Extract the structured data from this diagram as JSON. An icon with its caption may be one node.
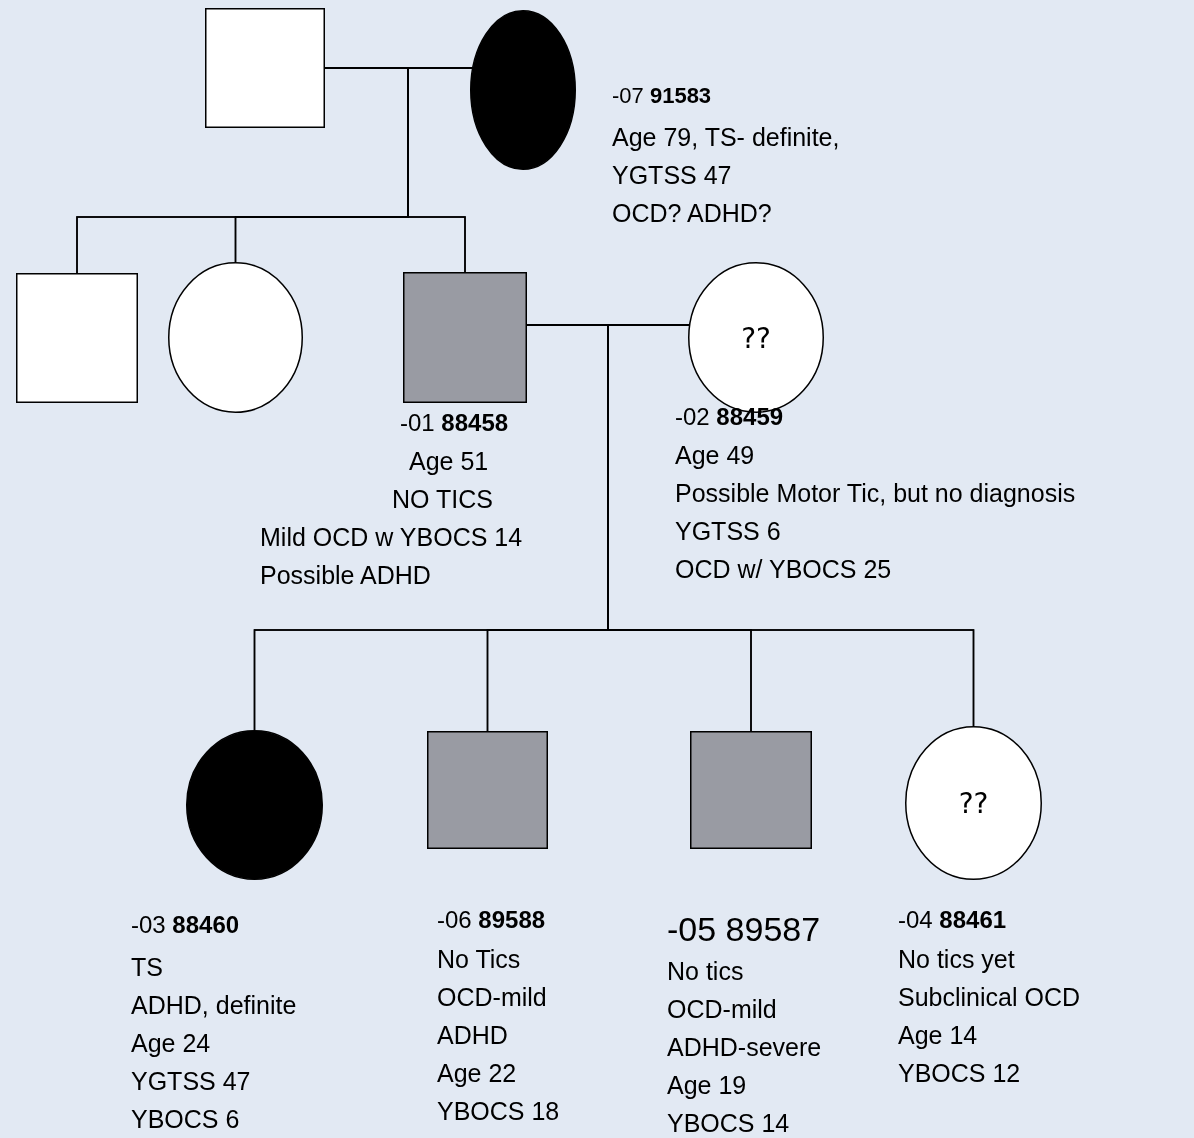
{
  "diagram": {
    "nodes": [
      {
        "text": [],
        "shape": "box"
      },
      {
        "text": [],
        "shape": "circle",
        "beside": [
          "-07 **91583**",
          "Age 79,   TS- definite,",
          "YGTSS 47",
          "OCD? ADHD?"
        ]
      },
      {
        "text": [],
        "shape": "box"
      },
      {
        "text": [],
        "shape": "circle"
      },
      {
        "text": [],
        "shape": "box",
        "beside": [
          "-01 **88458**",
          "Age 51",
          "NO TICS",
          "Mild OCD w YBOCS 14",
          "Possible ADHD"
        ]
      },
      {
        "text": [
          "??"
        ],
        "beside": [
          "-02  **88459**",
          "Age 49",
          "Possible Motor Tic, but no diagnosis",
          "YGTSS 6",
          "OCD w/ YBOCS 25"
        ]
      },
      {
        "text": [],
        "shape": "circle",
        "beside": [
          "-03  **88460**",
          "TS",
          "ADHD, definite",
          "Age 24",
          "YGTSS 47",
          "YBOCS 6"
        ]
      },
      {
        "text": [],
        "shape": "box",
        "beside": [
          "-06  **89588**",
          "No Tics",
          "OCD-mild",
          "ADHD",
          "Age 22",
          "YBOCS 18"
        ]
      },
      {
        "text": [],
        "shape": "box",
        "beside": [
          "-05 89587",
          "No tics",
          "OCD-mild",
          "ADHD-severe",
          "Age 19",
          "YBOCS 14"
        ]
      },
      {
        "text": [
          "??"
        ],
        "beside": [
          "-04  **88461**",
          "No tics yet",
          "Subclinical OCD",
          "Age 14",
          "YBOCS 12"
        ]
      }
    ],
    "edges": [
      {
        "from": 0,
        "to": 1,
        "arrow": "none"
      },
      {
        "from": 0,
        "to": 2,
        "arrow": "none"
      },
      {
        "from": 1,
        "to": 2,
        "arrow": "none"
      },
      {
        "from": 0,
        "to": 3,
        "arrow": "none"
      },
      {
        "from": 1,
        "to": 3,
        "arrow": "none"
      },
      {
        "from": 0,
        "to": 4,
        "arrow": "none"
      },
      {
        "from": 1,
        "to": 4,
        "arrow": "none"
      },
      {
        "from": 4,
        "to": 5,
        "arrow": "none"
      },
      {
        "from": 4,
        "to": 6,
        "arrow": "none"
      },
      {
        "from": 5,
        "to": 6,
        "arrow": "none"
      },
      {
        "from": 4,
        "to": 7,
        "arrow": "none"
      },
      {
        "from": 5,
        "to": 7,
        "arrow": "none"
      },
      {
        "from": 4,
        "to": 8,
        "arrow": "none"
      },
      {
        "from": 5,
        "to": 8,
        "arrow": "none"
      },
      {
        "from": 4,
        "to": 9,
        "arrow": "none"
      },
      {
        "from": 5,
        "to": 9,
        "arrow": "none"
      }
    ]
  }
}
